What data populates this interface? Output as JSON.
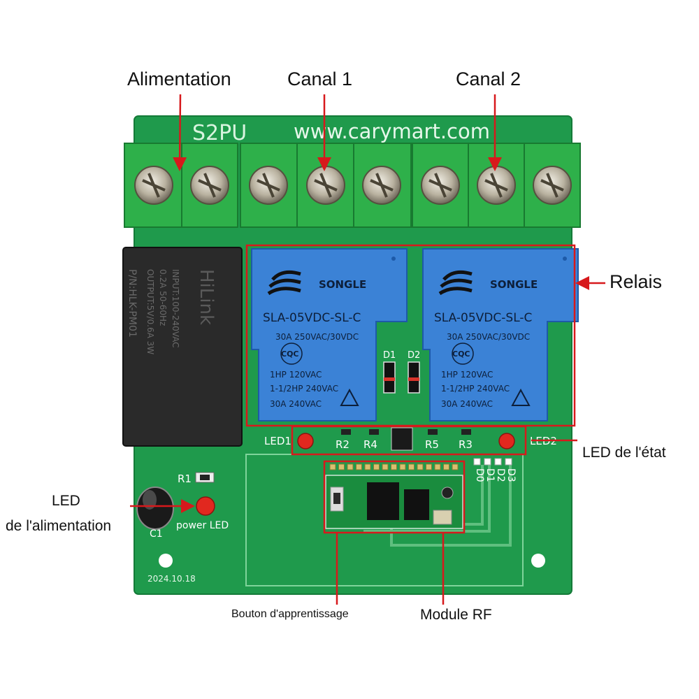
{
  "callouts": {
    "power_supply": "Alimentation",
    "channel_1": "Canal 1",
    "channel_2": "Canal 2",
    "relays": "Relais",
    "status_led": "LED de l'état",
    "power_led_line1": "LED",
    "power_led_line2": "de l'alimentation",
    "learn_button": "Bouton d'apprentissage",
    "rf_module": "Module RF"
  },
  "board": {
    "model": "S2PU",
    "url": "www.carymart.com",
    "date": "2024.10.18",
    "relay_brand": "SONGLE",
    "relay_model": "SLA-05VDC-SL-C",
    "relay_line1": "30A  250VAC/30VDC",
    "relay_cert": "CQC",
    "relay_line2": "1HP 120VAC",
    "relay_line3": "1-1/2HP 240VAC",
    "relay_line4": "30A  240VAC",
    "psu_brand": "HiLink",
    "psu_part": "P/N:HLK-PM01",
    "psu_input": "INPUT:100-240VAC",
    "psu_rating": "0.2A 50-60Hz",
    "psu_output": "OUTPUT:5V/0.6A 3W",
    "led1": "LED1",
    "led2": "LED2",
    "r1": "R1",
    "r2": "R2",
    "r3": "R3",
    "r4": "R4",
    "r5": "R5",
    "d1": "D1",
    "d2": "D2",
    "c1": "C1",
    "power_led": "power LED",
    "pins": [
      "D0",
      "D1",
      "D2",
      "D3"
    ]
  },
  "colors": {
    "pcb": "#1f9a4c",
    "terminal": "#2eb04a",
    "relay": "#3b82d6",
    "callout_red": "#d7191c"
  }
}
